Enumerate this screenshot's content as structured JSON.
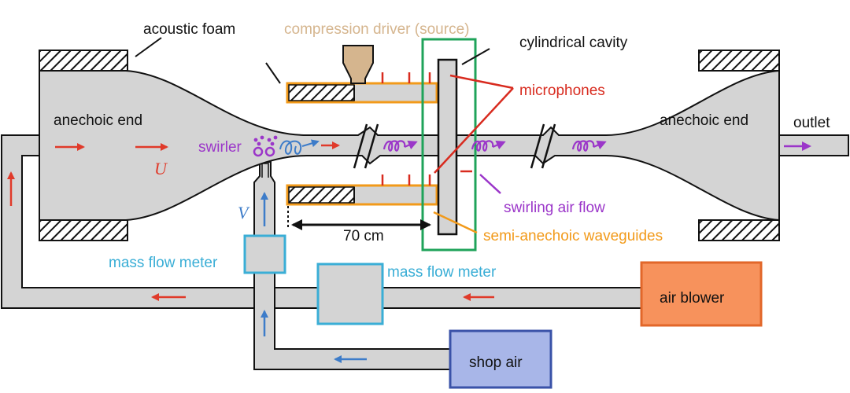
{
  "labels": {
    "acoustic_foam": "acoustic foam",
    "compression_driver": "compression driver (source)",
    "cylindrical_cavity": "cylindrical cavity",
    "microphones": "microphones",
    "anechoic_end_left": "anechoic end",
    "anechoic_end_right": "anechoic end",
    "outlet": "outlet",
    "swirler": "swirler",
    "u_symbol": "U",
    "v_symbol": "V",
    "swirling_air_flow": "swirling air flow",
    "distance": "70 cm",
    "semi_anechoic_waveguides": "semi-anechoic waveguides",
    "mass_flow_meter_left": "mass flow meter",
    "mass_flow_meter_right": "mass flow meter",
    "air_blower": "air blower",
    "shop_air": "shop air"
  },
  "colors": {
    "pipe_fill": "#d4d4d4",
    "outline": "#111111",
    "flow_arrow_red": "#e03a2a",
    "swirl_purple": "#9b36c9",
    "waveguide_orange": "#f29a1a",
    "cavity_box_green": "#1fa35a",
    "microphone_red": "#d82b1f",
    "meter_cyan": "#3aaed6",
    "blower_fill": "#f7925c",
    "blower_stroke": "#e2672a",
    "shop_air_fill": "#a8b6e8",
    "shop_air_stroke": "#3a52a8",
    "arrow_blue": "#3d7cc9",
    "driver_tan": "#d5b58e"
  }
}
